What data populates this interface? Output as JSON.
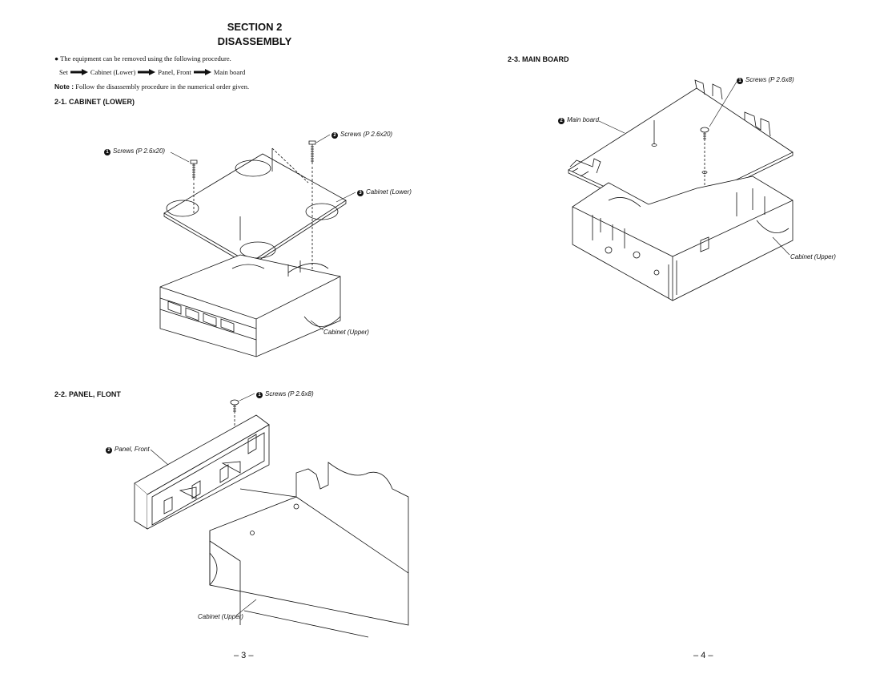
{
  "section": {
    "line1": "SECTION 2",
    "line2": "DISASSEMBLY"
  },
  "intro": {
    "bullet_text": "The equipment can be removed using the following procedure.",
    "flow": [
      "Set",
      "Cabinet (Lower)",
      "Panel, Front",
      "Main board"
    ],
    "note_label": "Note :",
    "note_text": "Follow the disassembly procedure in the numerical order given."
  },
  "sections": {
    "cabinet_lower": {
      "heading": "2-1. CABINET (LOWER)",
      "labels": {
        "screws_left": {
          "num": "1",
          "text": "Screws (P 2.6x20)"
        },
        "screws_right": {
          "num": "2",
          "text": "Screws (P 2.6x20)"
        },
        "cabinet_lower": {
          "num": "3",
          "text": "Cabinet (Lower)"
        },
        "cabinet_upper": "Cabinet (Upper)"
      }
    },
    "panel_front": {
      "heading": "2-2. PANEL, FLONT",
      "labels": {
        "screws": {
          "num": "1",
          "text": "Screws (P 2.6x8)"
        },
        "panel": {
          "num": "2",
          "text": "Panel, Front"
        },
        "cabinet_upper": "Cabinet (Upper)"
      }
    },
    "main_board": {
      "heading": "2-3. MAIN BOARD",
      "labels": {
        "screws": {
          "num": "1",
          "text": "Screws (P 2.6x8)"
        },
        "main_board": {
          "num": "2",
          "text": "Main board"
        },
        "cabinet_upper": "Cabinet (Upper)"
      }
    }
  },
  "page_numbers": {
    "left": "– 3 –",
    "right": "– 4 –"
  }
}
